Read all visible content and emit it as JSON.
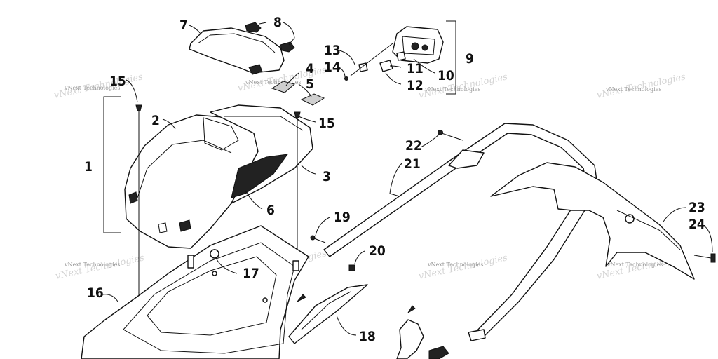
{
  "watermark": "vNext Technologies",
  "callouts": [
    {
      "id": "c1",
      "label": "1"
    },
    {
      "id": "c2",
      "label": "2"
    },
    {
      "id": "c3",
      "label": "3"
    },
    {
      "id": "c4",
      "label": "4"
    },
    {
      "id": "c5",
      "label": "5"
    },
    {
      "id": "c6",
      "label": "6"
    },
    {
      "id": "c7",
      "label": "7"
    },
    {
      "id": "c8",
      "label": "8"
    },
    {
      "id": "c9",
      "label": "9"
    },
    {
      "id": "c10",
      "label": "10"
    },
    {
      "id": "c11",
      "label": "11"
    },
    {
      "id": "c12",
      "label": "12"
    },
    {
      "id": "c13",
      "label": "13"
    },
    {
      "id": "c14",
      "label": "14"
    },
    {
      "id": "c15a",
      "label": "15"
    },
    {
      "id": "c15b",
      "label": "15"
    },
    {
      "id": "c16",
      "label": "16"
    },
    {
      "id": "c17",
      "label": "17"
    },
    {
      "id": "c18",
      "label": "18"
    },
    {
      "id": "c19",
      "label": "19"
    },
    {
      "id": "c20",
      "label": "20"
    },
    {
      "id": "c21",
      "label": "21"
    },
    {
      "id": "c22",
      "label": "22"
    },
    {
      "id": "c23",
      "label": "23"
    },
    {
      "id": "c24",
      "label": "24"
    }
  ]
}
